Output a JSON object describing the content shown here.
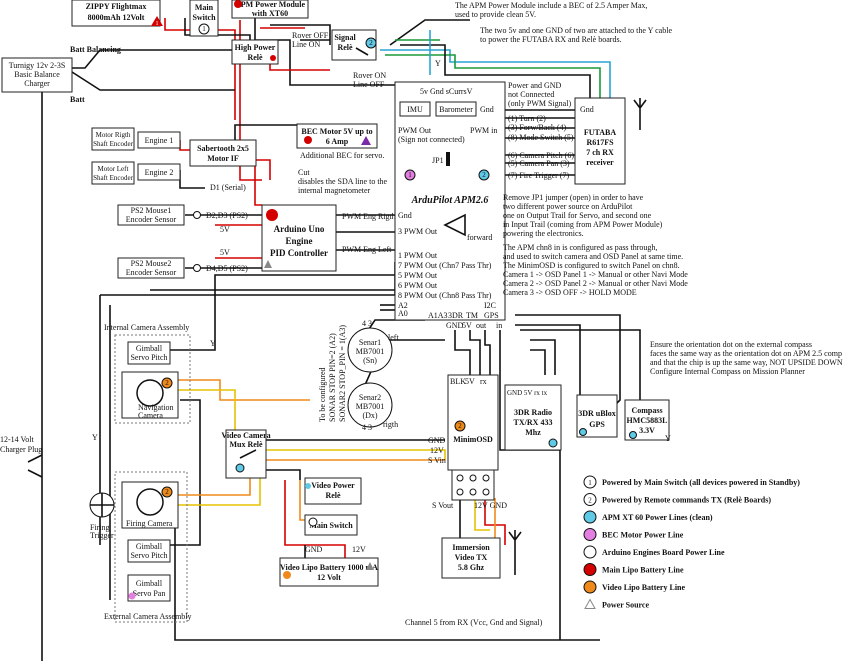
{
  "components": {
    "battery_main": {
      "line1": "ZIPPY Flightmax",
      "line2": "8000mAh 12Volt"
    },
    "main_switch": {
      "line1": "Main",
      "line2": "Switch",
      "badge": "1"
    },
    "power_module": {
      "line1": "APM Power Module",
      "line2": "with XT60"
    },
    "power_module_note": {
      "line1": "The APM Power Module include a BEC of 2.5 Amper Max,",
      "line2": "used to provide clean 5V."
    },
    "y_cable_note": {
      "line1": "The two 5v and one GND of two are attached to the Y cable",
      "line2": "to power the FUTABA RX and Relè boards."
    },
    "high_power_rele": {
      "line1": "High Power",
      "line2": "Relè"
    },
    "rover_off_on": {
      "line1": "Rover OFF",
      "line2": "Line ON"
    },
    "signal_rele": {
      "line1": "Signal",
      "line2": "Relè"
    },
    "rover_on_off": {
      "line1": "Rover ON",
      "line2": "Line OFF"
    },
    "batt_balancing": "Batt Balancing",
    "charger": {
      "line1": "Turnigy 12v 2-3S",
      "line2": "Basic Balance",
      "line3": "Charger"
    },
    "batt": "Batt",
    "motor_right": {
      "line1": "Motor Rigth",
      "line2": "Shaft Encoder"
    },
    "engine1": "Engine 1",
    "motor_left": {
      "line1": "Motor Left",
      "line2": "Shaft Encoder"
    },
    "engine2": "Engine 2",
    "sabertooth": {
      "line1": "Sabertooth 2x5",
      "line2": "Motor IF"
    },
    "bec_motor": {
      "line1": "BEC Motor 5V up to",
      "line2": "6 Amp"
    },
    "additional_bec": "Additional BEC for servo.",
    "cut_note": {
      "line1": "Cut",
      "line2": "disables the SDA line to the",
      "line3": "internal magnetometer"
    },
    "d1_serial": "D1 (Serial)",
    "ps2_mouse1": {
      "line1": "PS2 Mouse1",
      "line2": "Encoder Sensor"
    },
    "ps2_mouse2": {
      "line1": "PS2 Mouse2",
      "line2": "Encoder Sensor"
    },
    "d2d3": "D2,D3 (PS2)",
    "d4d5": "D4,D5 (PS2)",
    "five_v_a": "5V",
    "five_v_b": "5V",
    "arduino": {
      "line1": "Arduino Uno",
      "line2": "Engine",
      "line3": "PID Controller"
    },
    "apm": {
      "title": "ArduPilot APM2.6",
      "imu": "IMU",
      "barometer": "Barometer",
      "top_pins": "5v  Gnd sCurrsV",
      "gnd_top": "Gnd",
      "pwm_out": "PWM Out",
      "sign_not_conn": "(Sign not connected)",
      "pwm_in": "PWM in",
      "jp1": "JP1",
      "gnd_left": "Gnd",
      "pwm3": "3 PWM Out",
      "pwm_eng_rigth": "PWM Eng Rigth",
      "pwm_eng_left": "PWM Eng Left",
      "pwm1": "1 PWM Out",
      "pwm7": "7 PWM Out (Chn7 Pass Thr)",
      "pwm5": "5 PWM Out",
      "pwm6": "6 PWM Out",
      "pwm8": "8 PWM Out (Chn8 Pass Thr)",
      "a2": "A2",
      "a0": "A0",
      "a1a3": "A1A3",
      "three_dr": "3DR",
      "tm": "TM",
      "i2c": "I2C",
      "gps": "GPS",
      "gnd_b": "GND",
      "five_v_b": "5V",
      "out": "out",
      "in": "in",
      "forward": "forward"
    },
    "power_gnd_note": {
      "line1": "Power and GND",
      "line2": "not Connected",
      "line3": "(only PWM  Signal)"
    },
    "futaba": {
      "line1": "FUTABA",
      "line2": "R617FS",
      "line3": "7 ch RX",
      "line4": "receiver",
      "gnd": "Gnd"
    },
    "rx_channels": [
      "(1) Turn (2)",
      "(3) Forw/Back (4)",
      "(8) Mode Switch (5)",
      "(6) Camera Pitch (6)",
      "(5) Camera Pan (3)",
      "(7) Fire Trigger  (7)"
    ],
    "jp1_note": [
      "Remove JP1 jumper (open) in order to have",
      "two different power source on ArduPilot",
      "one on Output Trail for Servo, and second one",
      "in Input Trail  (coming from APM Power Module)",
      "powering the electronics."
    ],
    "chn8_note": [
      "The APM chn8 in is configured as pass through,",
      "and used to switch camera and OSD Panel at same time.",
      "The MinimOSD is configured to switch Panel on chn8.",
      "Camera 1 -> OSD Panel 1 -> Manual or other Navi Mode",
      "Camera 2 -> OSD Panel 2 -> Manual or other Navi Mode",
      "Camera 3 -> OSD OFF -> HOLD MODE"
    ],
    "compass_note": [
      "Ensure the orientation dot on the external compass",
      "faces the same way as the orientation dot on APM 2.5 comp",
      "and that the chip is up the same way, NOT UPSIDE DOWN",
      "Configure Internal Compass on Mission Planner"
    ],
    "internal_cam_assembly": "Internal Camera Assembly",
    "external_cam_assembly": "External Camera Assembly",
    "gimbal_pitch1": {
      "line1": "Gimball",
      "line2": "Servo Pitch"
    },
    "navigation_camera": {
      "line1": "Navigation",
      "line2": "Camera"
    },
    "sonar1": {
      "line1": "Senar1",
      "line2": "MB7001",
      "line3": "(Sn)"
    },
    "sonar2": {
      "line1": "Senar2",
      "line2": "MB7001",
      "line3": "(Dx)"
    },
    "sonar_config": [
      "To be configured",
      "SONAR STOP PIN=2 (A2)",
      "SONAR2 STOP_PIN = 1(A3)"
    ],
    "sonar_misc": {
      "left": "left",
      "rigth": "rigth",
      "n43a": "4 3",
      "n43b": "4 3"
    },
    "video_mux": {
      "line1": "Video Camera",
      "line2": "Mux Relè"
    },
    "minimosd": "MinimOSD",
    "osd_pins": {
      "gnd": "GND",
      "twelve_v": "12V",
      "s_vin": "S Vin",
      "s_vout": "S Vout",
      "twelve_gnd": "12V GND",
      "blk": "BLK",
      "five_v": "5V",
      "rx": "rx"
    },
    "radio": {
      "line1": "3DR Radio",
      "line2": "TX/RX 433",
      "line3": "Mhz",
      "pins": "GND 5V rx tx"
    },
    "gps_box": {
      "line1": "3DR uBlox",
      "line2": "GPS"
    },
    "compass_box": {
      "line1": "Compass",
      "line2": "HMC5883L",
      "line3": "3.3V"
    },
    "video_power_rele": {
      "line1": "Video Power",
      "line2": "Relè"
    },
    "firing_trigger": {
      "line1": "Firing",
      "line2": "Trigger"
    },
    "firing_camera": "Firing Camera",
    "gimbal_pitch2": {
      "line1": "Gimball",
      "line2": "Servo Pitch"
    },
    "gimbal_pan": {
      "line1": "Gimball",
      "line2": "Servo Pan"
    },
    "main_switch2": "Main Switch",
    "video_battery": {
      "line1": "Video Lipo Battery 1000 mA",
      "line2": "12 Volt"
    },
    "gnd_label": "GND",
    "twelve_v_label": "12V",
    "immersion_tx": {
      "line1": "Immersion",
      "line2": "Video TX",
      "line3": "5.8 Ghz"
    },
    "charger_plug": {
      "line1": "12-14 Volt",
      "line2": "Charger Plug"
    },
    "channel5": "Channel 5 from RX (Vcc, Gnd and Signal)",
    "y_marks": [
      "Y",
      "Y",
      "Y",
      "Y"
    ]
  },
  "legend": [
    {
      "symbol": "1",
      "kind": "badge",
      "label": "Powered by Main Switch (all devices powered in Standby)"
    },
    {
      "symbol": "2",
      "kind": "badge",
      "label": "Powered by Remote commands TX (Relè Boards)"
    },
    {
      "kind": "dot",
      "color": "#5fc9e6",
      "label": "APM XT 60 Power Lines (clean)"
    },
    {
      "kind": "dot",
      "color": "#e27fe0",
      "label": "BEC Motor Power Line"
    },
    {
      "kind": "dot",
      "color": "#ffffff",
      "label": "Arduino Engines Board Power Line"
    },
    {
      "kind": "dot",
      "color": "#d40000",
      "label": "Main Lipo Battery Line"
    },
    {
      "kind": "dot",
      "color": "#ef8a1a",
      "label": "Video Lipo Battery Line"
    },
    {
      "kind": "triangle",
      "color": "#888888",
      "label": "Power Source"
    }
  ]
}
